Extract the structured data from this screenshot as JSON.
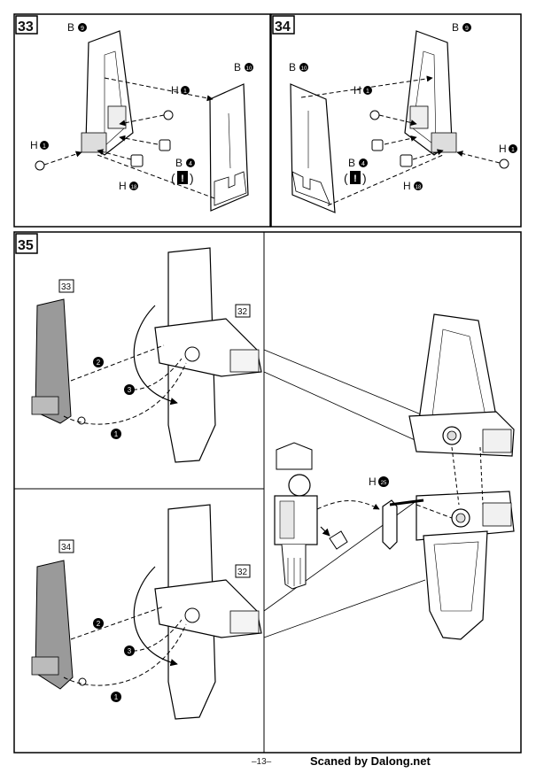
{
  "steps": {
    "s33": {
      "number": "33"
    },
    "s34": {
      "number": "34"
    },
    "s35": {
      "number": "35"
    }
  },
  "step33": {
    "b9": "B",
    "b10": "B",
    "b4": "B",
    "h1_top": "H",
    "h1_left": "H",
    "h18": "H",
    "warning": "!"
  },
  "step34": {
    "b9": "B",
    "b10": "B",
    "b4": "B",
    "h1_top": "H",
    "h1_right": "H",
    "h18": "H",
    "warning": "!"
  },
  "part_numbers": {
    "b9": "9",
    "b10": "10",
    "b4": "4",
    "h1": "1",
    "h18": "18",
    "h25": "25"
  },
  "step35": {
    "top_sub": {
      "ref_part": "33",
      "main_part": "32",
      "seq": [
        "2",
        "3",
        "1"
      ]
    },
    "bottom_sub": {
      "ref_part": "34",
      "main_part": "32",
      "seq": [
        "2",
        "3",
        "1"
      ]
    },
    "right_sub": {
      "h25": "H"
    }
  },
  "footer": {
    "page": "–13–",
    "credit": "Scaned by Dalong.net"
  }
}
